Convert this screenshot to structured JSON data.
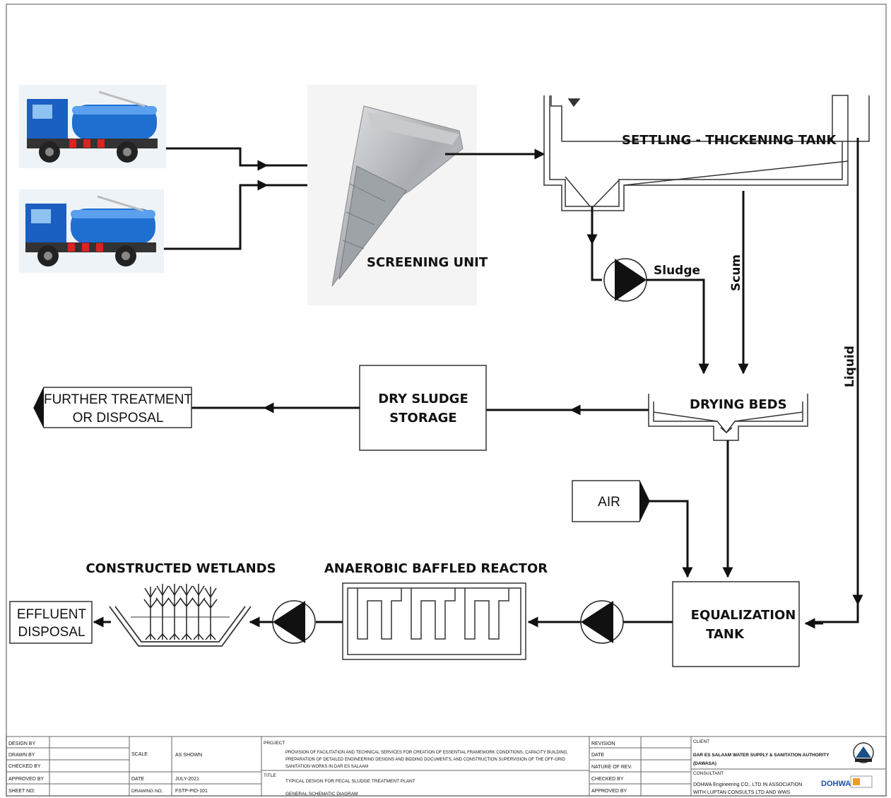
{
  "diagram": {
    "screening_unit": "SCREENING UNIT",
    "settling_tank": "SETTLING - THICKENING TANK",
    "sludge": "Sludge",
    "scum": "Scum",
    "liquid": "Liquid",
    "drying_beds": "DRYING BEDS",
    "dry_sludge_storage_line1": "DRY SLUDGE",
    "dry_sludge_storage_line2": "STORAGE",
    "further_treatment_line1": "FURTHER TREATMENT",
    "further_treatment_line2": "OR DISPOSAL",
    "air": "AIR",
    "equalization_tank_line1": "EQUALIZATION",
    "equalization_tank_line2": "TANK",
    "anaerobic_baffled_reactor": "ANAEROBIC BAFFLED REACTOR",
    "constructed_wetlands": "CONSTRUCTED WETLANDS",
    "effluent_disposal_line1": "EFFLUENT",
    "effluent_disposal_line2": "DISPOSAL"
  },
  "title_block": {
    "design_by": "DESIGN BY",
    "drawn_by": "DRAWN BY",
    "checked_by": "CHECKED BY",
    "approved_by": "APPROVED BY",
    "sheet_no": "SHEET NO:",
    "scale_label": "SCALE",
    "scale_value": "AS SHOWN",
    "date_label": "DATE",
    "date_value": "JULY-2021",
    "drawing_no_label": "DRAWING NO.",
    "drawing_no_value": "FSTP-PID-101",
    "project_label": "PROJECT",
    "project_line1": "PROVISION OF FACILITATION AND TECHNICAL SERVICES FOR CREATION OF ESSENTIAL FRAMEWORK CONDITIONS, CAPACITY BUILDING,",
    "project_line2": "PREPARATION OF DETAILED ENGINEERING DESIGNS AND BIDDING DOCUMENTS, AND CONSTRUCTION SUPERVISION OF THE OFF-GRID",
    "project_line3": "SANITATION WORKS IN DAR ES SALAAM",
    "title_label": "TITLE",
    "title_line1": "TYPICAL DESIGN FOR FECAL SLUDGE TREATMENT PLANT",
    "title_line2": "GENERAL SCHEMATIC DIAGRAM",
    "revision": "REVISION",
    "date2": "DATE",
    "nature_of_rev": "NATURE OF REV.",
    "checked_by2": "CHECKED BY",
    "approved_by2": "APPROVED BY",
    "client_label": "CLIENT",
    "client_line1": "DAR ES SALAAM WATER SUPPLY & SANITATION AUTHORITY",
    "client_line2": "(DAWASA)",
    "consultant_label": "CONSULTANT",
    "consultant_line1": "DOHWA Engineering CO., LTD IN ASSOCIATION",
    "consultant_line2": "WITH LUPTAN CONSULTS LTD AND WWS",
    "dohwa_logo": "DOHWA"
  }
}
